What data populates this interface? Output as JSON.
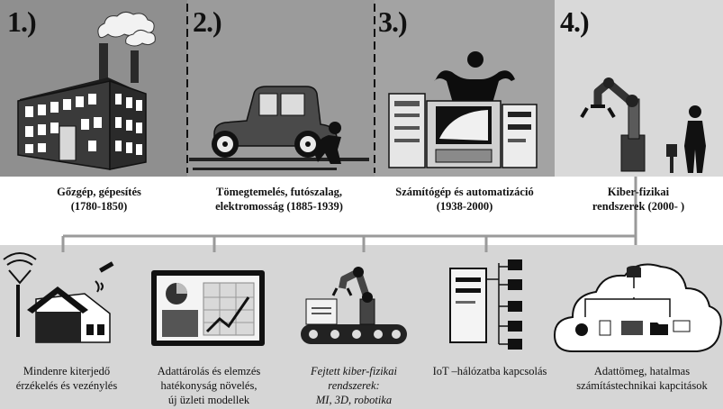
{
  "eras": [
    {
      "number": "1.)",
      "title": "Gőzgép, gépesítés",
      "dates": "(1780-1850)"
    },
    {
      "number": "2.)",
      "title": "Tömegtemelés, futószalag,",
      "dates": "elektromosság (1885-1939)"
    },
    {
      "number": "3.)",
      "title": "Számítógép és automatizáció",
      "dates": "(1938-2000)"
    },
    {
      "number": "4.)",
      "title": "Kiber-fizikai",
      "dates": "rendszerek (2000- )"
    }
  ],
  "features": [
    {
      "line1": "Mindenre kiterjedő",
      "line2": "érzékelés és vezénylés",
      "line3": ""
    },
    {
      "line1": "Adattárolás és elemzés",
      "line2": "hatékonyság növelés,",
      "line3": "új üzleti modellek"
    },
    {
      "line1": "Fejtett kiber-fizikai",
      "line2": "rendszerek:",
      "line3": "MI, 3D, robotika"
    },
    {
      "line1": "IoT –hálózatba kapcsolás",
      "line2": "",
      "line3": ""
    },
    {
      "line1": "Adattömeg, hatalmas",
      "line2": "számítástechnikai kapcitások",
      "line3": ""
    }
  ],
  "colors": {
    "panel_dark": "#8f8f8f",
    "panel_mid": "#a3a3a3",
    "panel_light": "#d9d9d9",
    "ink": "#111111"
  }
}
